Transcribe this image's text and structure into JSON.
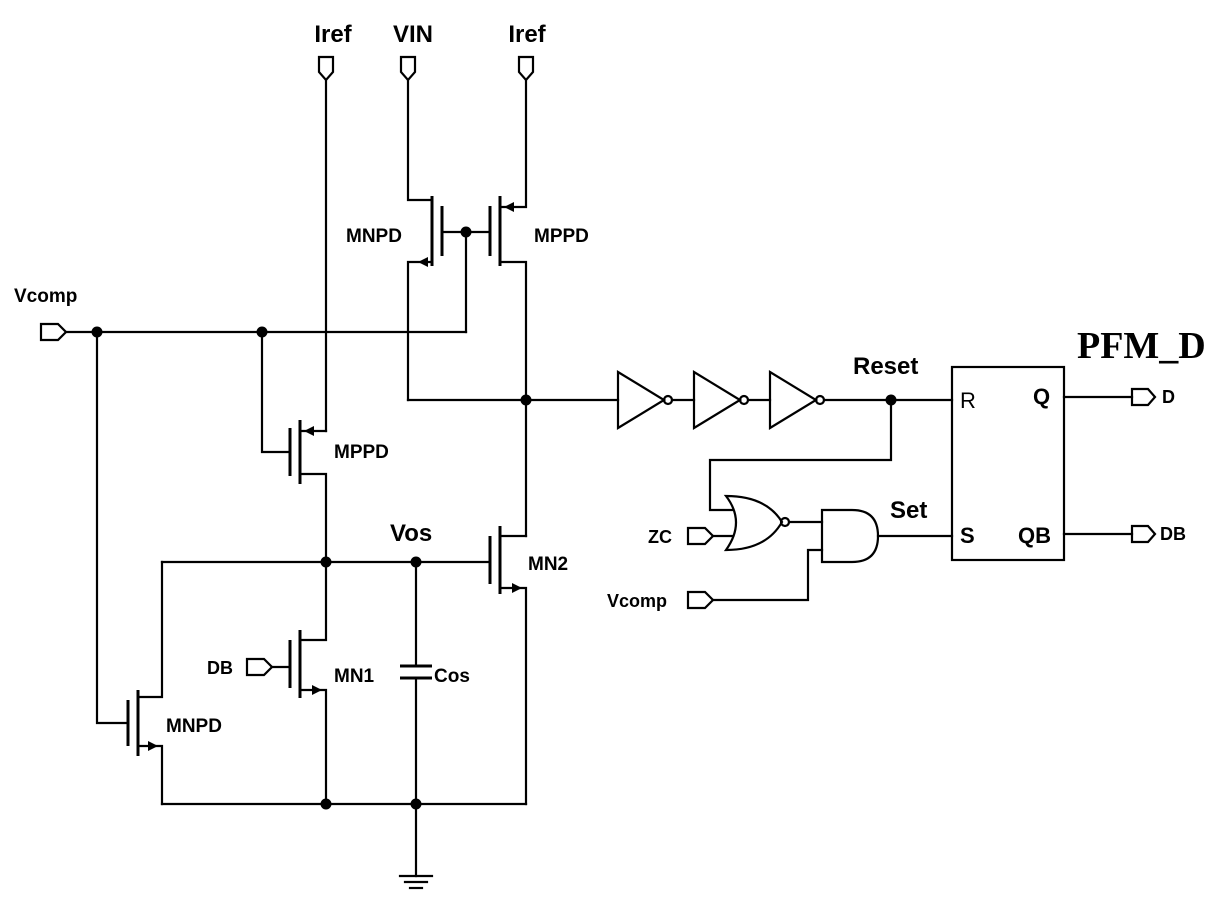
{
  "title": "PFM_D",
  "ports": {
    "iref_left": "Iref",
    "vin": "VIN",
    "iref_right": "Iref",
    "vcomp_left": "Vcomp",
    "db_gate": "DB",
    "zc": "ZC",
    "vcomp_right": "Vcomp",
    "d_out": "D",
    "db_out": "DB"
  },
  "devices": {
    "mnpd_top": "MNPD",
    "mppd_top": "MPPD",
    "mppd_mid": "MPPD",
    "mn2": "MN2",
    "mn1": "MN1",
    "mnpd_bottom": "MNPD",
    "cap": "Cos"
  },
  "nets": {
    "vos": "Vos",
    "reset": "Reset",
    "set": "Set"
  },
  "flipflop": {
    "r": "R",
    "q": "Q",
    "s": "S",
    "qb": "QB"
  }
}
